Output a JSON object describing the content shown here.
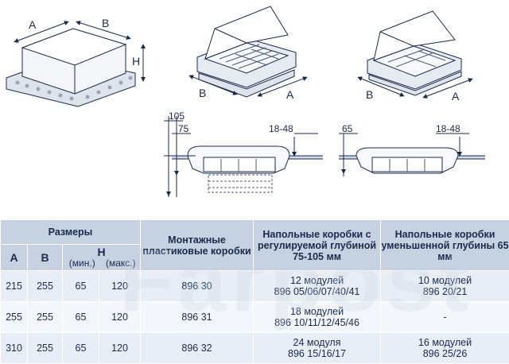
{
  "drawings": {
    "box_dims": {
      "a": "A",
      "b": "B",
      "h": "H"
    },
    "tray1_dims": {
      "a": "A",
      "b": "B"
    },
    "tray2_dims": {
      "a": "A",
      "b": "B"
    },
    "section1": {
      "top": "105",
      "mid": "75",
      "right": "18-48"
    },
    "section2": {
      "top": "65",
      "right": "18-48"
    }
  },
  "table": {
    "sizes_header": "Размеры",
    "col_a": "A",
    "col_b": "B",
    "col_h": "H",
    "col_h_min": "(мин.)",
    "col_h_max": "(макс.)",
    "col_plastic": "Монтажные пластиковые коробки",
    "col_adjustable": "Напольные коробки с регулируемой глубиной 75-105 мм",
    "col_reduced": "Напольные коробки уменьшенной глубины 65 мм",
    "rows": [
      {
        "a": "215",
        "b": "255",
        "hmin": "65",
        "hmax": "120",
        "plastic": "896 30",
        "adj_1": "12 модулей",
        "adj_2": "896 05/06/07/40/41",
        "red_1": "10 модулей",
        "red_2": "896 20/21"
      },
      {
        "a": "255",
        "b": "255",
        "hmin": "65",
        "hmax": "120",
        "plastic": "896 31",
        "adj_1": "18 модулей",
        "adj_2": "896 10/11/12/45/46",
        "red_1": "-",
        "red_2": ""
      },
      {
        "a": "310",
        "b": "255",
        "hmin": "65",
        "hmax": "120",
        "plastic": "896 32",
        "adj_1": "24 модуля",
        "adj_2": "896 15/16/17",
        "red_1": "16 модулей",
        "red_2": "896 25/26"
      }
    ]
  },
  "watermark": "Farpost"
}
